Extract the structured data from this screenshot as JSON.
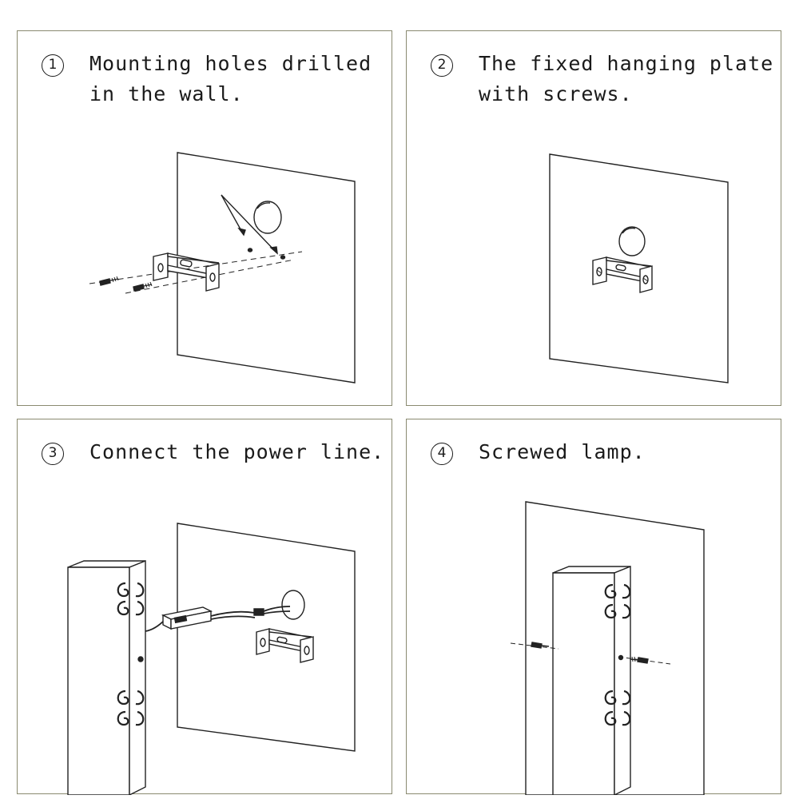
{
  "steps": [
    {
      "number": "1",
      "caption": "Mounting holes drilled\nin the wall."
    },
    {
      "number": "2",
      "caption": "The fixed hanging plate\nwith screws."
    },
    {
      "number": "3",
      "caption": "Connect the power line."
    },
    {
      "number": "4",
      "caption": "Screwed lamp."
    }
  ]
}
